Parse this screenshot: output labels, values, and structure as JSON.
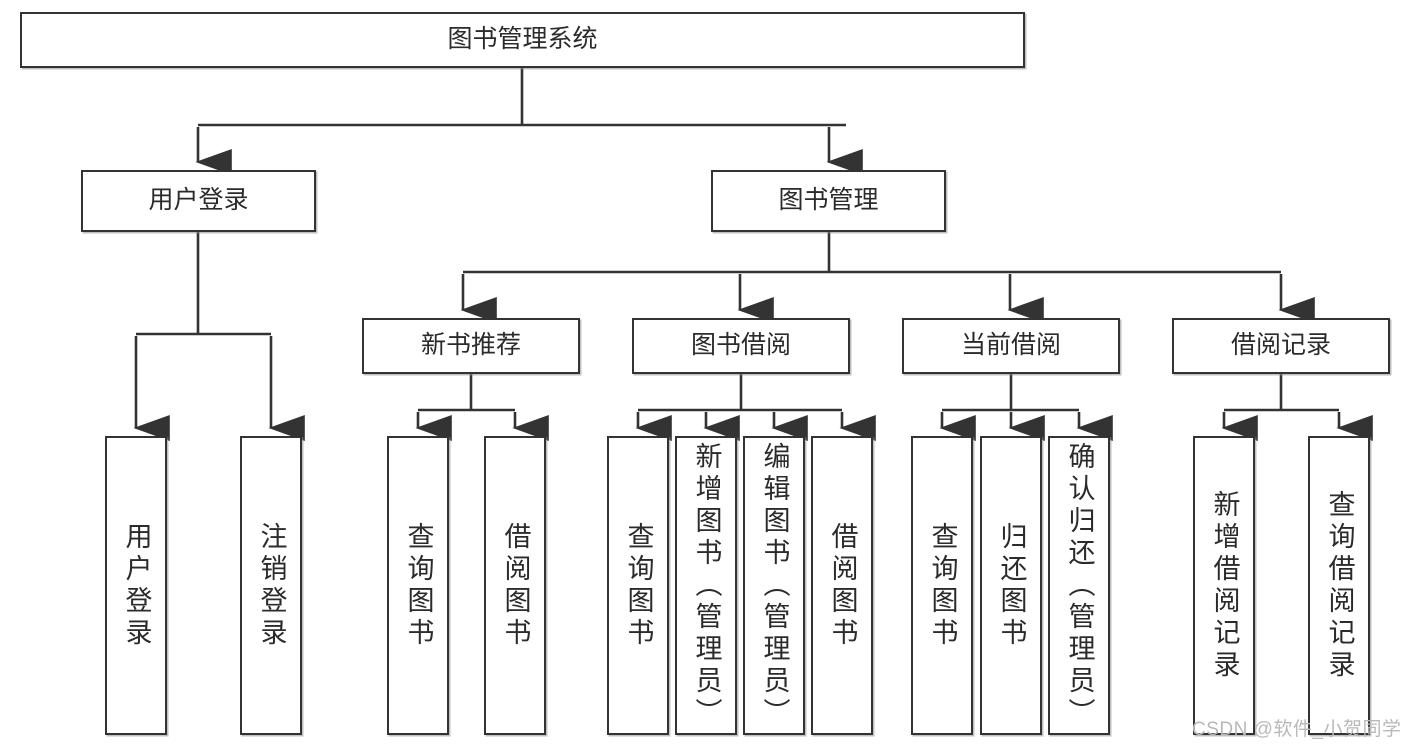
{
  "diagram": {
    "title": "图书管理系统",
    "watermark": "CSDN @软件_小贺同学",
    "line_color": "#333333",
    "box_border_color": "#333333",
    "box_fill_color": "#ffffff",
    "text_color": "#2b2b2b",
    "nodes": {
      "root": {
        "label": "图书管理系统"
      },
      "level2": [
        {
          "label": "用户登录"
        },
        {
          "label": "图书管理"
        }
      ],
      "level3": [
        {
          "label": "新书推荐"
        },
        {
          "label": "图书借阅"
        },
        {
          "label": "当前借阅"
        },
        {
          "label": "借阅记录"
        }
      ],
      "leaves": {
        "user_login": [
          {
            "label": "用户登录"
          },
          {
            "label": "注销登录"
          }
        ],
        "new_book_recommend": [
          {
            "label": "查询图书"
          },
          {
            "label": "借阅图书"
          }
        ],
        "book_borrow": [
          {
            "label": "查询图书"
          },
          {
            "label": "新增图书（管理员）"
          },
          {
            "label": "编辑图书（管理员）"
          },
          {
            "label": "借阅图书"
          }
        ],
        "current_borrow": [
          {
            "label": "查询图书"
          },
          {
            "label": "归还图书"
          },
          {
            "label": "确认归还（管理员）"
          }
        ],
        "borrow_record": [
          {
            "label": "新增借阅记录"
          },
          {
            "label": "查询借阅记录"
          }
        ]
      }
    }
  }
}
